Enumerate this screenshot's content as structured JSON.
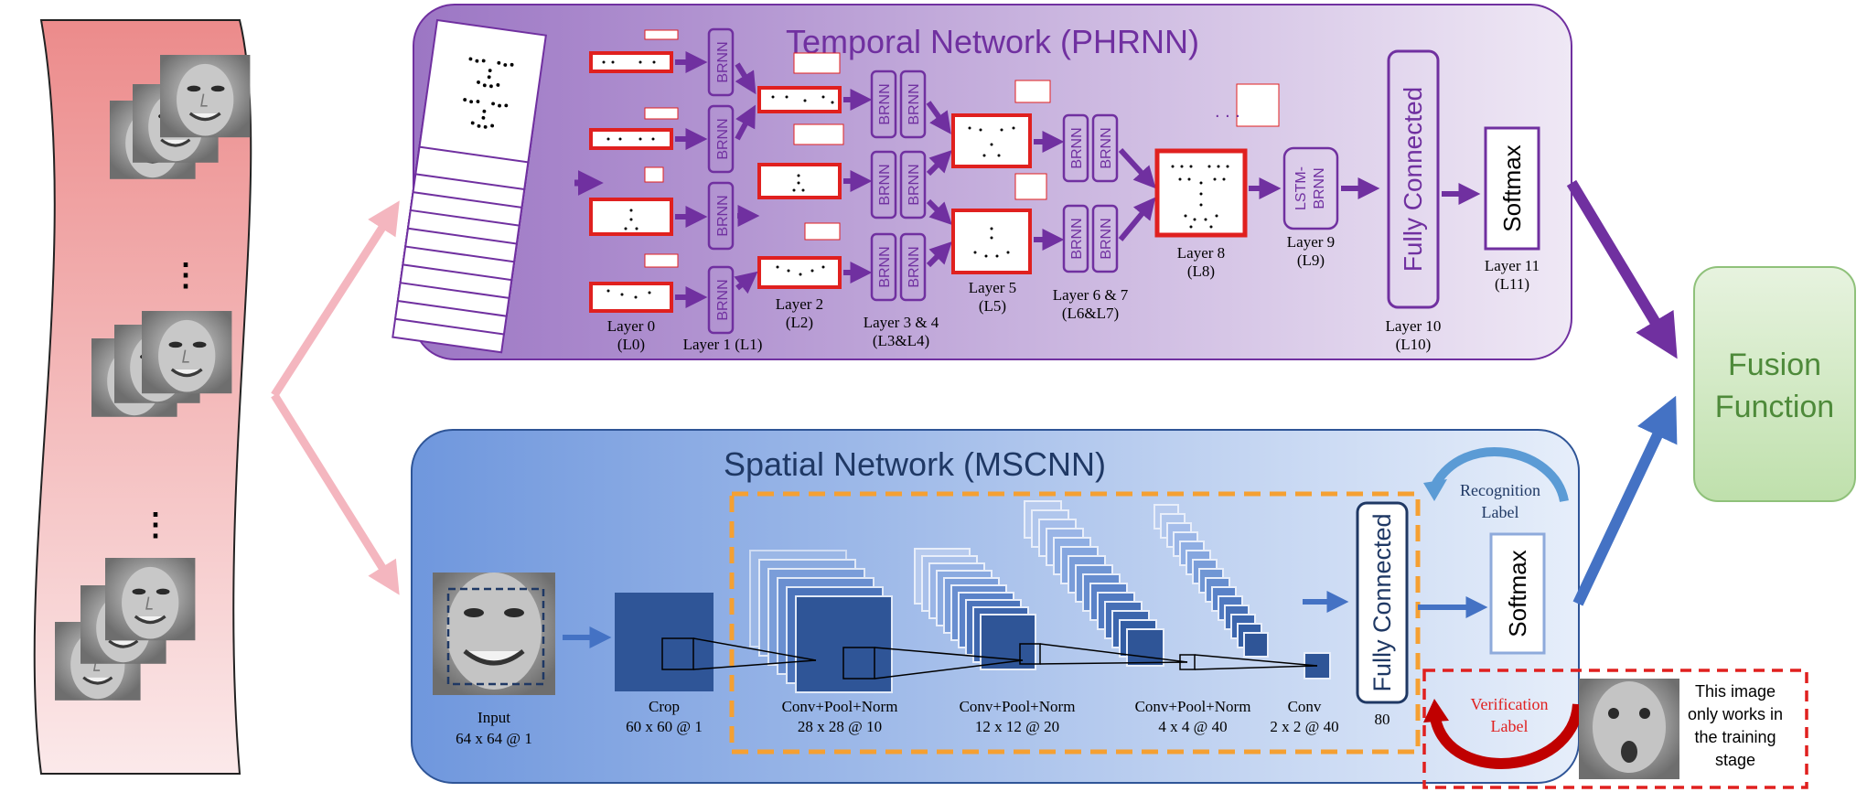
{
  "temporal": {
    "title": "Temporal Network (PHRNN)",
    "brnn": "BRNN",
    "lstm_line1": "LSTM-",
    "lstm_line2": "BRNN",
    "fully_connected": "Fully Connected",
    "softmax": "Softmax",
    "layers": {
      "l0": [
        "Layer 0",
        "(L0)"
      ],
      "l1": [
        "Layer 1 (L1)"
      ],
      "l2": [
        "Layer 2",
        "(L2)"
      ],
      "l34": [
        "Layer 3 & 4",
        "(L3&L4)"
      ],
      "l5": [
        "Layer 5",
        "(L5)"
      ],
      "l67": [
        "Layer 6 & 7",
        "(L6&L7)"
      ],
      "l8": [
        "Layer 8",
        "(L8)"
      ],
      "l9": [
        "Layer 9",
        "(L9)"
      ],
      "l10": [
        "Layer 10",
        "(L10)"
      ],
      "l11": [
        "Layer 11",
        "(L11)"
      ]
    }
  },
  "spatial": {
    "title": "Spatial Network (MSCNN)",
    "input": [
      "Input",
      "64 x 64 @ 1"
    ],
    "crop": [
      "Crop",
      "60 x 60 @ 1"
    ],
    "conv1": [
      "Conv+Pool+Norm",
      "28 x 28 @ 10"
    ],
    "conv2": [
      "Conv+Pool+Norm",
      "12 x 12 @ 20"
    ],
    "conv3": [
      "Conv+Pool+Norm",
      "4 x 4 @ 40"
    ],
    "conv4": [
      "Conv",
      "2 x 2 @ 40"
    ],
    "fully_connected": "Fully Connected",
    "fc_size": "80",
    "softmax": "Softmax",
    "recognition_label": [
      "Recognition",
      "Label"
    ],
    "verification_label": [
      "Verification",
      "Label"
    ],
    "note": [
      "This image",
      "only works in",
      "the training",
      "stage"
    ]
  },
  "fusion": {
    "line1": "Fusion",
    "line2": "Function"
  },
  "ellipsis": "⋮",
  "colors": {
    "temporal_accent": "#6b2fa0",
    "spatial_accent": "#2f5597",
    "pink_arrow": "#f4b6bf",
    "orange_dash": "#f5a032",
    "red": "#e0201f",
    "fusion_text": "#4e8a3a"
  }
}
